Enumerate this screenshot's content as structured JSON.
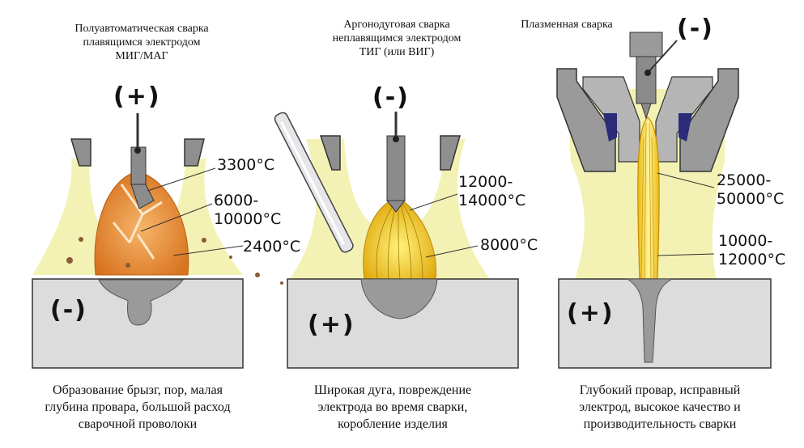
{
  "panels": [
    {
      "title": "Полуавтоматическая сварка\nплавящимся электродом\nМИГ/МАГ",
      "electrode_polarity": "(+)",
      "workpiece_polarity": "(-)",
      "temperatures": [
        "3300°C",
        "6000-\n10000°C",
        "2400°C"
      ],
      "caption": "Образование брызг, пор, малая\nглубина провара, большой расход\nсварочной проволоки"
    },
    {
      "title": "Аргонодуговая сварка\nнеплавящимся электродом\nТИГ (или ВИГ)",
      "electrode_polarity": "(-)",
      "workpiece_polarity": "(+)",
      "temperatures": [
        "12000-\n14000°C",
        "8000°C"
      ],
      "caption": "Широкая дуга, повреждение\nэлектрода во время сварки,\nкоробление изделия"
    },
    {
      "title": "Плазменная сварка",
      "electrode_polarity": "(-)",
      "workpiece_polarity": "(+)",
      "temperatures": [
        "25000-\n50000°C",
        "10000-\n12000°C"
      ],
      "caption": "Глубокий провар, исправный\nэлектрод, высокое качество и\nпроизводительность сварки"
    }
  ],
  "colors": {
    "shield_gas": "#f3f2b4",
    "workpiece": "#dcdcdc",
    "metal": "#9a9a9a",
    "arc_orange": "#e8872a",
    "arc_yellow": "#f5d21c",
    "nozzle_dark": "#2b2b7a"
  }
}
